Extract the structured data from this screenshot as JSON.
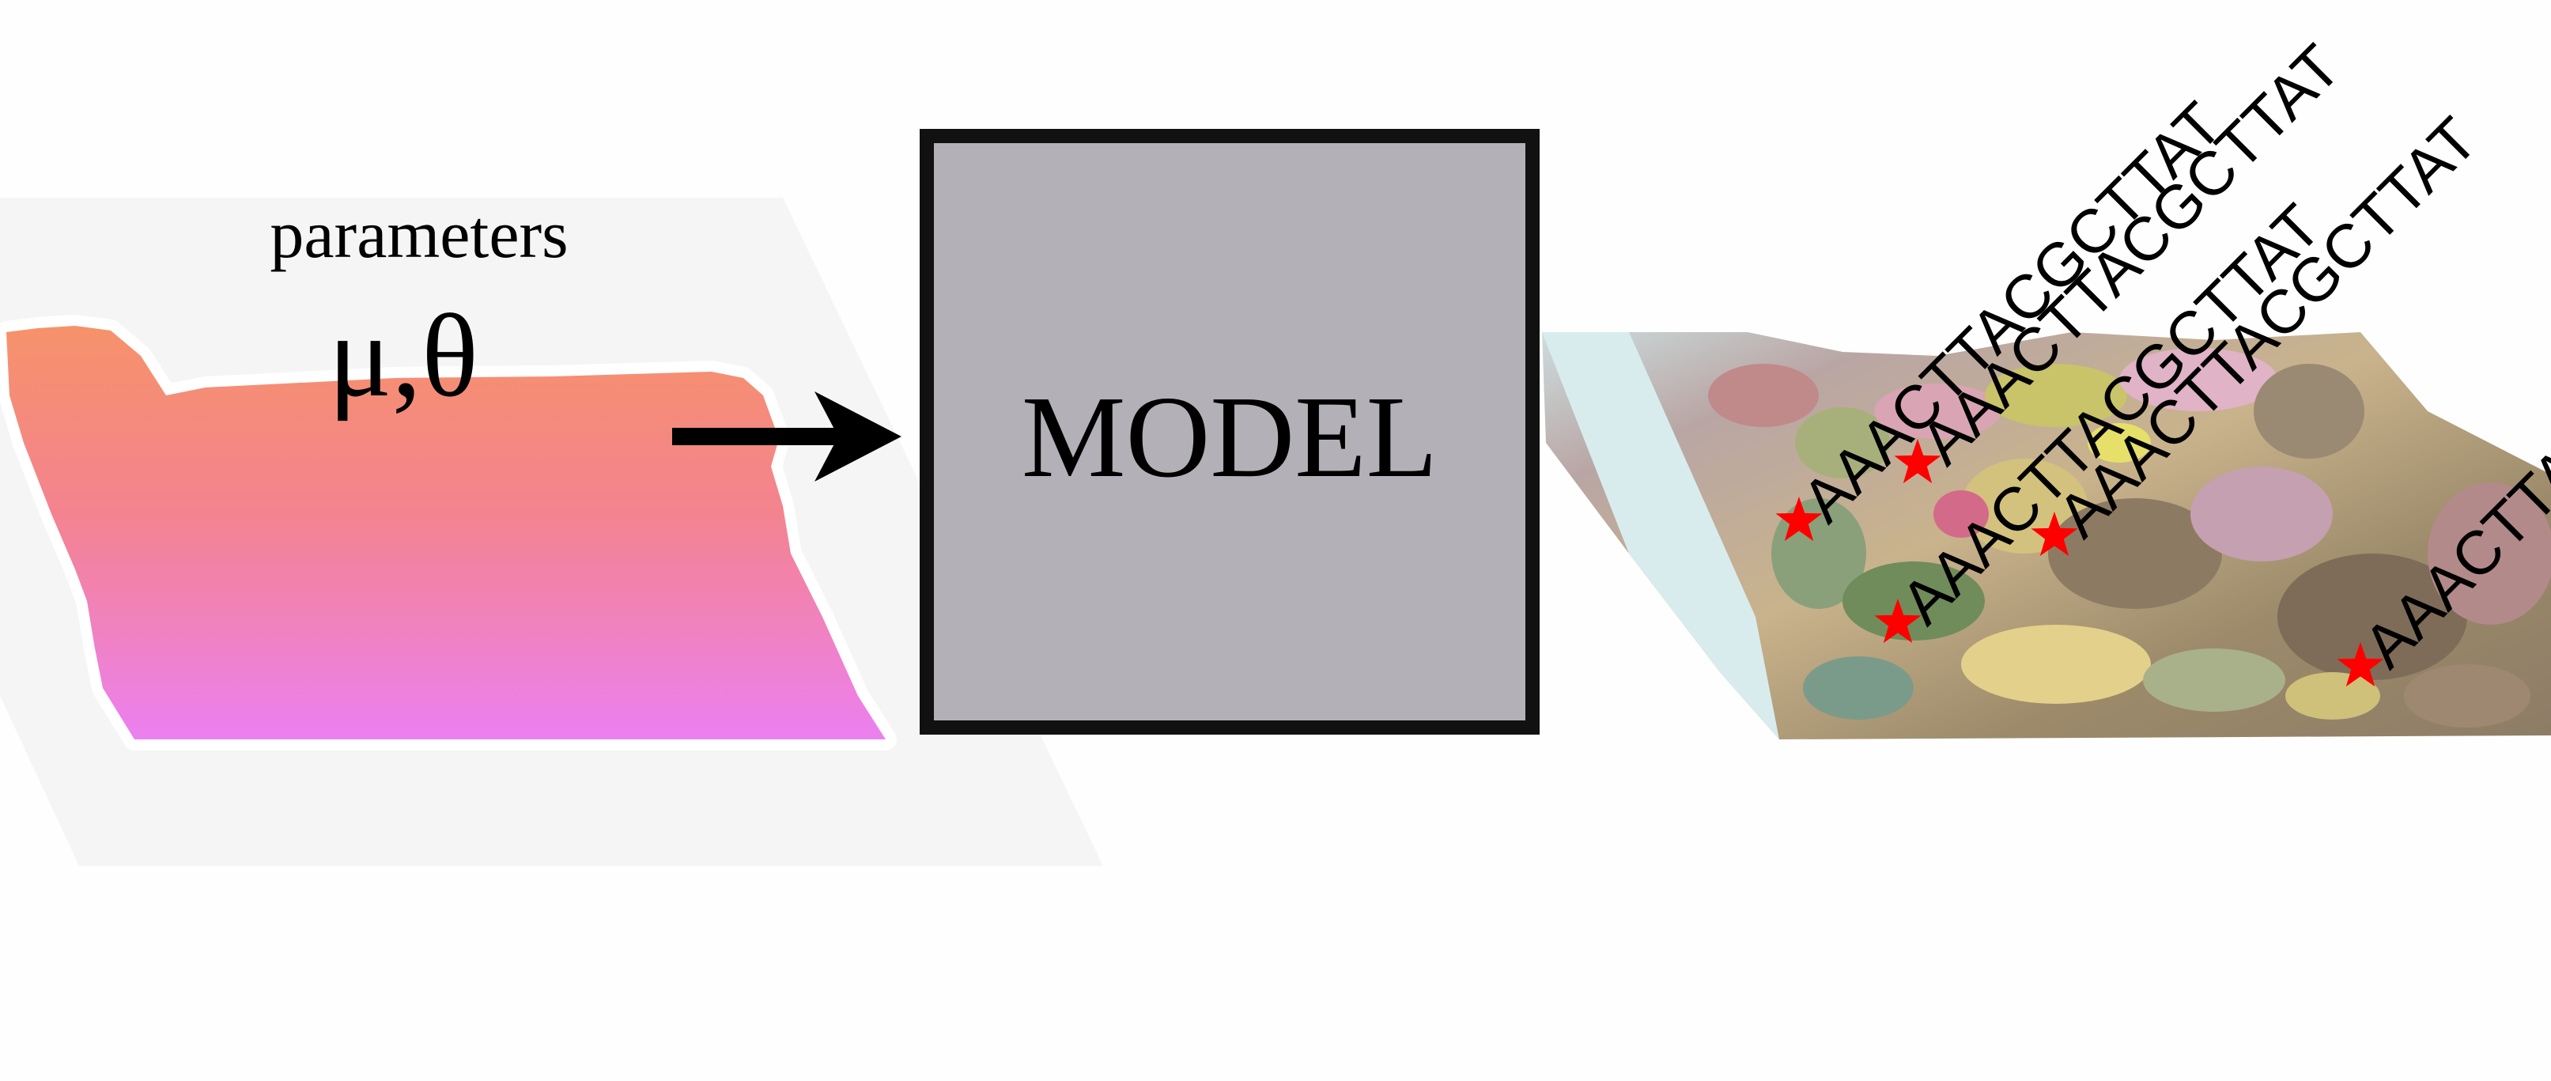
{
  "diagram": {
    "input": {
      "label": "parameters",
      "symbols": "μ,θ",
      "gradient_top": "#f6926a",
      "gradient_bottom": "#ee82f4"
    },
    "model": {
      "label": "MODEL",
      "fill": "#b3b1b7",
      "border": "#111111"
    },
    "output": {
      "sample_sequences": [
        "AAACTTACGCTTAT",
        "AAACTTACGCTTAT",
        "AAACTTACGCTTAT",
        "AAACTTACGCTTAT",
        "AAACTTACGCTTAT"
      ],
      "marker_color": "#ff0000",
      "marker_icon": "star-icon"
    },
    "colors": {
      "arrow": "#000000",
      "shadow_plane": "#f5f5f5"
    }
  }
}
